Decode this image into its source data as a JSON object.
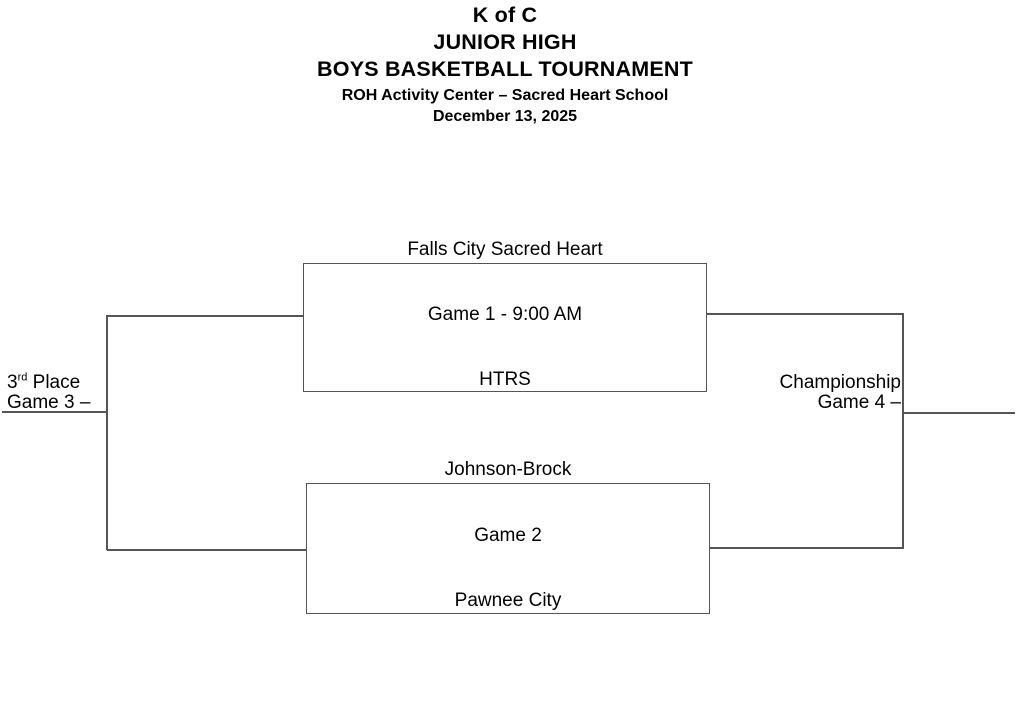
{
  "header": {
    "title_lines": [
      "K of C",
      "JUNIOR HIGH",
      "BOYS BASKETBALL TOURNAMENT"
    ],
    "venue": "ROH Activity Center – Sacred Heart School",
    "date": "December 13, 2025"
  },
  "bracket": {
    "semifinal_1": {
      "top_team": "Falls City Sacred Heart",
      "game_label": "Game 1 - 9:00 AM",
      "bottom_team": "HTRS"
    },
    "semifinal_2": {
      "top_team": "Johnson-Brock",
      "game_label": "Game 2",
      "bottom_team": "Pawnee City"
    },
    "third_place": {
      "place_number": "3",
      "place_ordinal": "rd",
      "place_text": " Place",
      "game_label": "Game 3 –"
    },
    "championship": {
      "title": "Championship",
      "game_label": "Game 4 –"
    }
  },
  "colors": {
    "line": "#555555",
    "text": "#000000",
    "page_background": "#ffffff"
  }
}
